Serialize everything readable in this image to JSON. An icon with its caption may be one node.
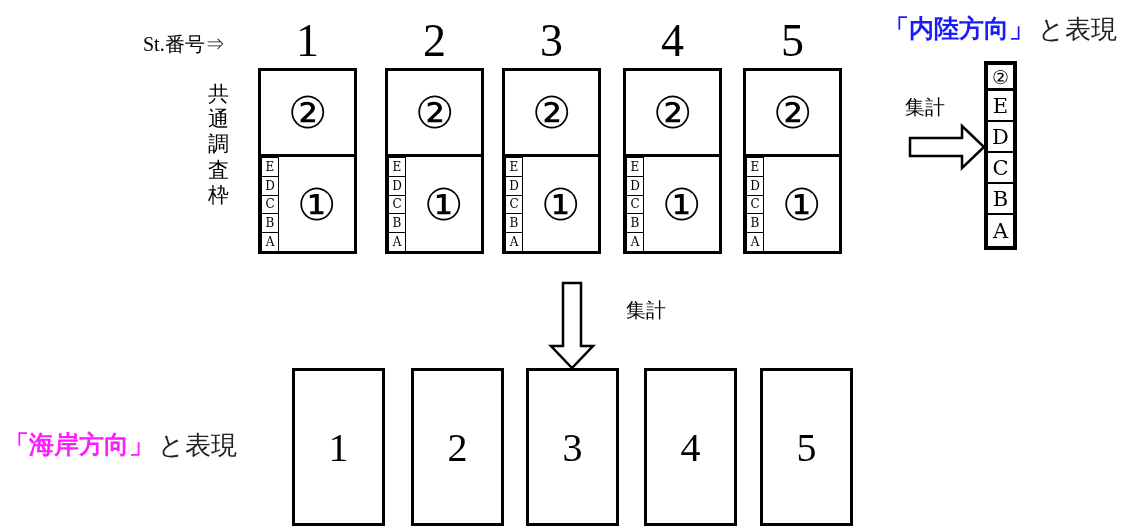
{
  "diagram": {
    "nodes": [
      {
        "text": [
          "1"
        ]
      },
      {
        "text": [
          "②"
        ],
        "in": 0
      },
      {
        "text": [
          "①"
        ],
        "in": 0
      },
      {
        "text": [
          "E"
        ],
        "in": 2
      },
      {
        "text": [
          "D"
        ],
        "in": 2
      },
      {
        "text": [
          "C"
        ],
        "in": 2
      },
      {
        "text": [
          "B"
        ],
        "in": 2
      },
      {
        "text": [
          "A"
        ],
        "in": 2
      },
      {
        "text": [
          "2"
        ]
      },
      {
        "text": [
          "②"
        ],
        "in": 8
      },
      {
        "text": [
          "①"
        ],
        "in": 8
      },
      {
        "text": [
          "E"
        ],
        "in": 10
      },
      {
        "text": [
          "D"
        ],
        "in": 10
      },
      {
        "text": [
          "C"
        ],
        "in": 10
      },
      {
        "text": [
          "B"
        ],
        "in": 10
      },
      {
        "text": [
          "A"
        ],
        "in": 10
      },
      {
        "text": [
          "3"
        ]
      },
      {
        "text": [
          "②"
        ],
        "in": 16
      },
      {
        "text": [
          "①"
        ],
        "in": 16
      },
      {
        "text": [
          "E"
        ],
        "in": 18
      },
      {
        "text": [
          "D"
        ],
        "in": 18
      },
      {
        "text": [
          "C"
        ],
        "in": 18
      },
      {
        "text": [
          "B"
        ],
        "in": 18
      },
      {
        "text": [
          "A"
        ],
        "in": 18
      },
      {
        "text": [
          "4"
        ]
      },
      {
        "text": [
          "②"
        ],
        "in": 24
      },
      {
        "text": [
          "①"
        ],
        "in": 24
      },
      {
        "text": [
          "E"
        ],
        "in": 26
      },
      {
        "text": [
          "D"
        ],
        "in": 26
      },
      {
        "text": [
          "C"
        ],
        "in": 26
      },
      {
        "text": [
          "B"
        ],
        "in": 26
      },
      {
        "text": [
          "A"
        ],
        "in": 26
      },
      {
        "text": [
          "5"
        ]
      },
      {
        "text": [
          "②"
        ],
        "in": 32
      },
      {
        "text": [
          "①"
        ],
        "in": 32
      },
      {
        "text": [
          "E"
        ],
        "in": 34
      },
      {
        "text": [
          "D"
        ],
        "in": 34
      },
      {
        "text": [
          "C"
        ],
        "in": 34
      },
      {
        "text": [
          "B"
        ],
        "in": 34
      },
      {
        "text": [
          "A"
        ],
        "in": 34
      },
      {
        "text": [],
        "shape": "box"
      },
      {
        "text": [
          "②"
        ],
        "in": 40
      },
      {
        "text": [
          "E"
        ],
        "in": 40
      },
      {
        "text": [
          "D"
        ],
        "in": 40
      },
      {
        "text": [
          "C"
        ],
        "in": 40
      },
      {
        "text": [
          "B"
        ],
        "in": 40
      },
      {
        "text": [
          "A"
        ],
        "in": 40
      },
      {
        "text": [
          "1"
        ]
      },
      {
        "text": [
          "2"
        ]
      },
      {
        "text": [
          "3"
        ]
      },
      {
        "text": [
          "4"
        ]
      },
      {
        "text": [
          "5"
        ]
      }
    ],
    "edges": [
      {
        "from": null,
        "to": 40,
        "arrow": "to",
        "label": "集計"
      },
      {
        "from": null,
        "to": 49,
        "arrow": "to",
        "label": "集計"
      }
    ],
    "labels": [
      "St.番号⇒",
      "共通調査枠",
      "「内陸方向」",
      "と表現",
      "「海岸方向」",
      "と表現"
    ]
  }
}
